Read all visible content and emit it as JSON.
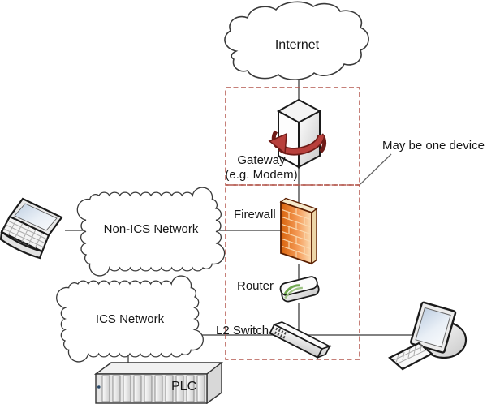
{
  "diagram": {
    "labels": {
      "internet": "Internet",
      "gateway_line1": "Gateway",
      "gateway_line2": "(e.g. Modem)",
      "firewall": "Firewall",
      "router": "Router",
      "l2_switch": "L2 Switch",
      "non_ics_network": "Non-ICS Network",
      "ics_network": "ICS Network",
      "plc": "PLC",
      "may_be_one_device": "May be one device"
    },
    "colors": {
      "dashed_boundary": "#B4574D",
      "firewall_brick": "#E8720E",
      "modem_arrow": "#A93832",
      "connector": "#595959"
    }
  }
}
